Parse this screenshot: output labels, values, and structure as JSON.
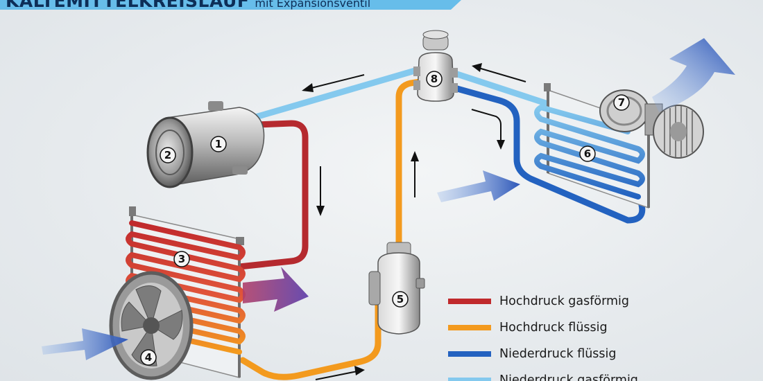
{
  "header": {
    "title": "KÄLTEMITTELKREISLAUF",
    "subtitle": "mit Expansionsventil"
  },
  "components": [
    "1",
    "2",
    "3",
    "4",
    "5",
    "6",
    "7",
    "8"
  ],
  "legend": [
    {
      "label": "Hochdruck gasförmig",
      "color": "#c0292c"
    },
    {
      "label": "Hochdruck flüssig",
      "color": "#f39a1e"
    },
    {
      "label": "Niederdruck flüssig",
      "color": "#2362c0"
    },
    {
      "label": "Niederdruck gasförmig",
      "color": "#84c9ee"
    }
  ],
  "colors": {
    "banner": "#67bdea",
    "airflow": "#2e57b8",
    "airflow_warm": "#7a3aa0",
    "background": "#e9edf0"
  }
}
